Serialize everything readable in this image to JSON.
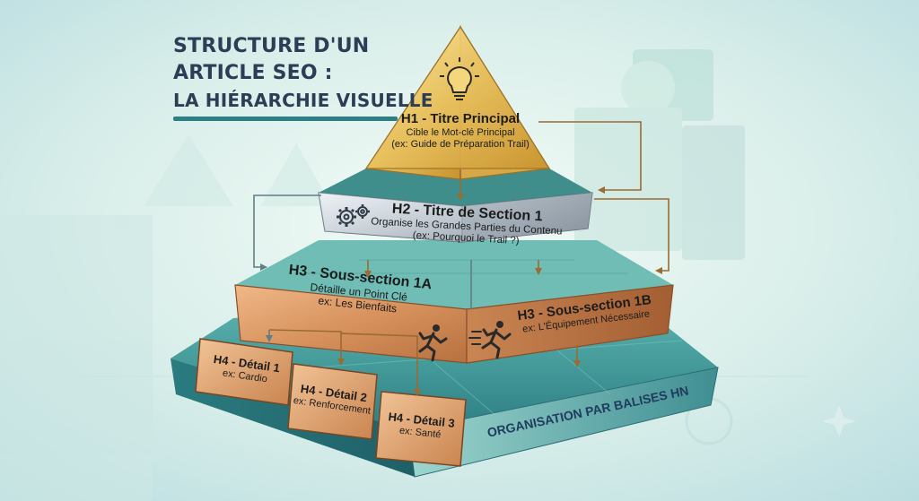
{
  "title": {
    "line1": "STRUCTURE D'UN",
    "line2": "ARTICLE SEO :",
    "line3": "LA HIÉRARCHIE VISUELLE"
  },
  "h1": {
    "heading": "H1 - Titre Principal",
    "line1": "Cible le Mot-clé Principal",
    "line2": "(ex: Guide de Préparation Trail)"
  },
  "h2": {
    "heading": "H2 - Titre de Section 1",
    "line1": "Organise les Grandes Parties du Contenu",
    "line2": "(ex: Pourquoi le Trail ?)"
  },
  "h3a": {
    "heading": "H3 - Sous-section 1A",
    "line1": "Détaille un Point Clé",
    "line2": "ex: Les Bienfaits"
  },
  "h3b": {
    "heading": "H3 - Sous-section 1B",
    "line1": "ex: L'Équipement Nécessaire"
  },
  "h4_1": {
    "heading": "H4 - Détail 1",
    "line1": "ex: Cardio"
  },
  "h4_2": {
    "heading": "H4 - Détail 2",
    "line1": "ex: Renforcement"
  },
  "h4_3": {
    "heading": "H4 - Détail 3",
    "line1": "ex: Santé"
  },
  "base_label": "ORGANISATION PAR BALISES HN",
  "icons": [
    "lightbulb-icon",
    "gears-icon",
    "runner-icon",
    "sprinter-icon"
  ],
  "colors": {
    "gold": "#e8c15e",
    "silver": "#c9d1d8",
    "bronze": "#d7925d",
    "teal": "#2f8a8c",
    "navy": "#2b3e55"
  }
}
